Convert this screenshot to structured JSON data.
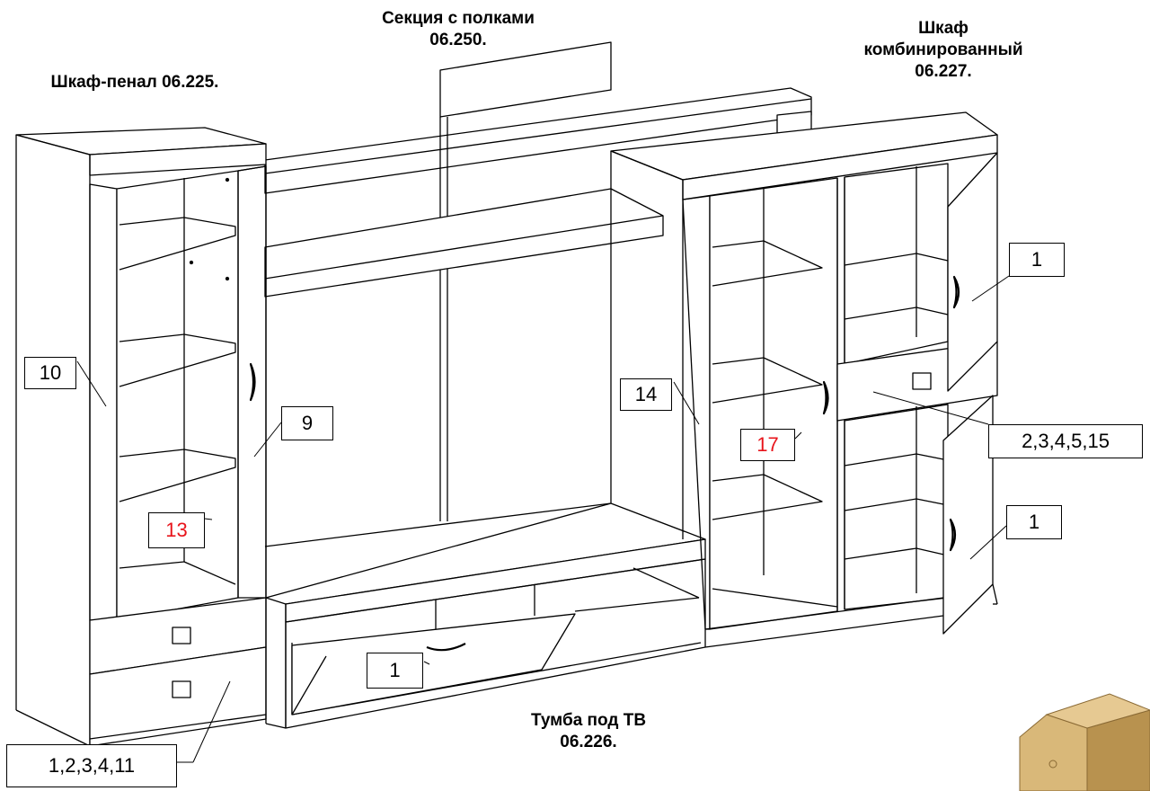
{
  "titles": {
    "shelf_section": "Секция с полками\n06.250.",
    "tall_cabinet": "Шкаф-пенал 06.225.",
    "combined_cabinet": "Шкаф\nкомбинированный\n06.227.",
    "tv_stand": "Тумба под ТВ\n06.226."
  },
  "callouts": {
    "c10": "10",
    "c9": "9",
    "c13": "13",
    "c1_left_drawers": "1,2,3,4,11",
    "c14": "14",
    "c17": "17",
    "c1_top_door": "1",
    "c2_3_4_5_15": "2,3,4,5,15",
    "c1_bottom_door": "1",
    "c1_tv_flap": "1"
  },
  "colors": {
    "line": "#000000",
    "callout_red": "#e8141b",
    "wood_light": "#d9b879",
    "wood_dark": "#b8924f"
  }
}
